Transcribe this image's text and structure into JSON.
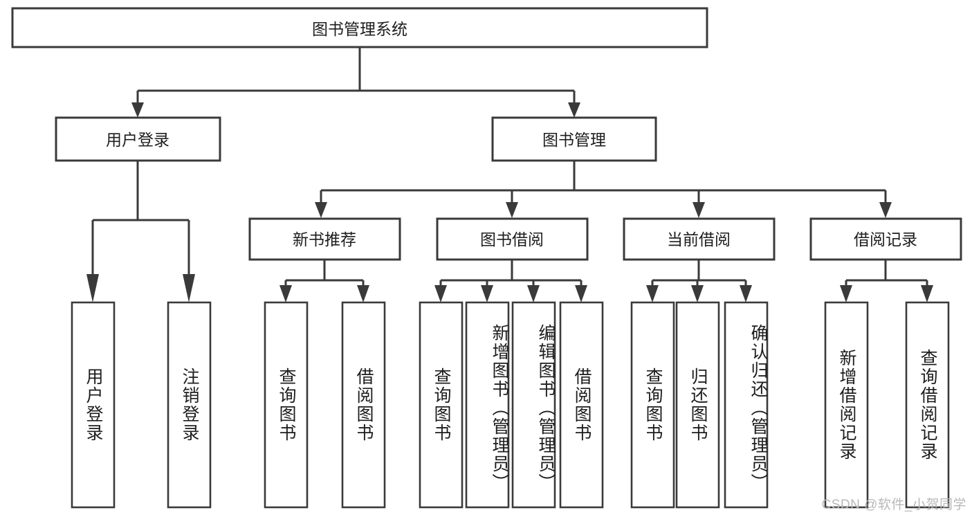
{
  "diagram": {
    "title": "图书管理系统",
    "type": "hierarchy-tree",
    "watermark": "CSDN @软件_小贺同学",
    "colors": {
      "box_stroke": "#3a3a3a",
      "box_fill": "#ffffff",
      "text": "#1d1d1d",
      "connector": "#3a3a3a",
      "watermark": "#b8b8b8",
      "background": "#ffffff"
    },
    "root": {
      "label": "图书管理系统"
    },
    "level2": [
      {
        "label": "用户登录"
      },
      {
        "label": "图书管理"
      }
    ],
    "level3": [
      {
        "label": "新书推荐"
      },
      {
        "label": "图书借阅"
      },
      {
        "label": "当前借阅"
      },
      {
        "label": "借阅记录"
      }
    ],
    "leaves": {
      "user_login": [
        {
          "label": "用户登录"
        },
        {
          "label": "注销登录"
        }
      ],
      "new_book_recommend": [
        {
          "label": "查询图书"
        },
        {
          "label": "借阅图书"
        }
      ],
      "book_borrow": [
        {
          "label": "查询图书"
        },
        {
          "label": "新增图书（管理员）"
        },
        {
          "label": "编辑图书（管理员）"
        },
        {
          "label": "借阅图书"
        }
      ],
      "current_borrow": [
        {
          "label": "查询图书"
        },
        {
          "label": "归还图书"
        },
        {
          "label": "确认归还（管理员）"
        }
      ],
      "borrow_record": [
        {
          "label": "新增借阅记录"
        },
        {
          "label": "查询借阅记录"
        }
      ]
    }
  }
}
